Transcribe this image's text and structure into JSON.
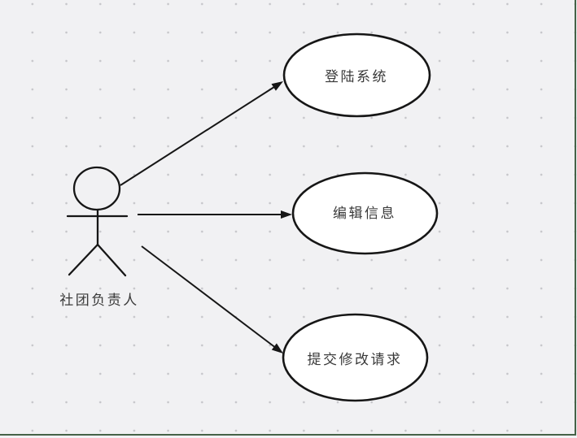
{
  "diagram": {
    "type": "uml-use-case",
    "actor": {
      "id": "club-leader",
      "label": "社团负责人"
    },
    "use_cases": [
      {
        "id": "login-system",
        "label": "登陆系统"
      },
      {
        "id": "edit-info",
        "label": "编辑信息"
      },
      {
        "id": "submit-modification-request",
        "label": "提交修改请求"
      }
    ],
    "connections": [
      {
        "from": "社团负责人",
        "to": "登陆系统",
        "style": "solid-arrow"
      },
      {
        "from": "社团负责人",
        "to": "编辑信息",
        "style": "solid-arrow"
      },
      {
        "from": "社团负责人",
        "to": "提交修改请求",
        "style": "solid-arrow"
      }
    ],
    "colors": {
      "canvas_background": "#f1f1f3",
      "grid_dot": "#c5c5c9",
      "shape_stroke": "#161616",
      "shape_fill": "#ffffff",
      "label_text": "#3a3a3a",
      "frame_border": "#456247"
    }
  }
}
